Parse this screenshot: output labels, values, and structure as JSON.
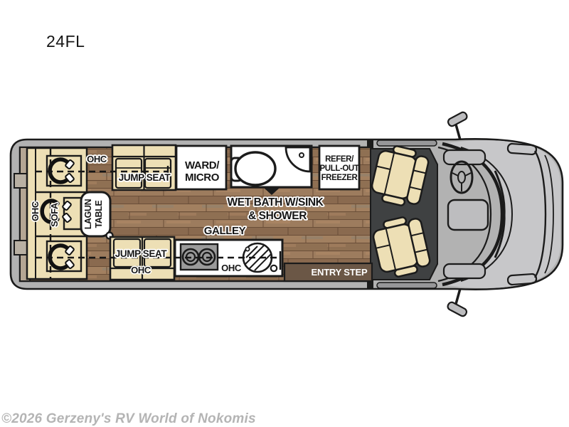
{
  "plan": {
    "model": "24FL",
    "watermark": "©2026 Gerzeny's RV World of Nokomis",
    "rear_sofa": {
      "ohc_top": "OHC",
      "ohc_side": "OHC",
      "sofa": "SOFA"
    },
    "lagun_table": {
      "line1": "LAGUN",
      "line2": "TABLE"
    },
    "jump_seat_top": {
      "label": "JUMP SEAT"
    },
    "jump_seat_bottom": {
      "label": "JUMP SEAT",
      "ohc": "OHC"
    },
    "ward_micro": {
      "line1": "WARD/",
      "line2": "MICRO"
    },
    "wet_bath": {
      "line1": "WET BATH W/SINK",
      "line2": "& SHOWER"
    },
    "refrigerator": {
      "line1": "REFER/",
      "line2": "PULL-OUT",
      "line3": "FREEZER"
    },
    "galley": {
      "label": "GALLEY",
      "ohc": "OHC"
    },
    "entry_step": {
      "label": "ENTRY STEP"
    },
    "colors": {
      "floor_wood": "#96755a",
      "cushion_tan": "#eddfb5",
      "body_gray": "#b2b2b2",
      "hood_gray": "#c7c7c9",
      "cab_mat_charcoal": "#3f4142",
      "entry_step_brown": "#6b5746",
      "rear_wall_tan": "#b5a694",
      "outline_black": "#1b1b1b"
    }
  }
}
